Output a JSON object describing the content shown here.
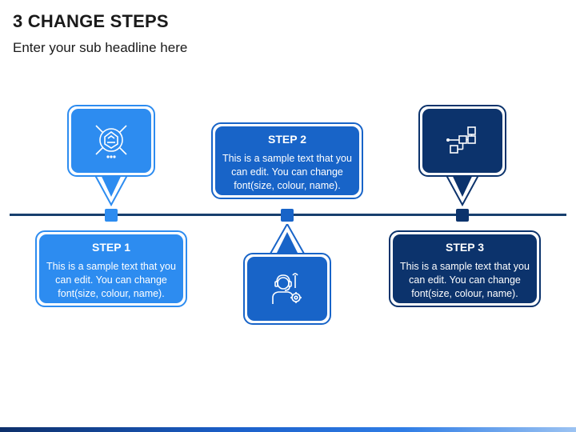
{
  "header": {
    "title": "3 CHANGE STEPS",
    "subtitle": "Enter your sub headline here"
  },
  "colors": {
    "step1": "#2d8cf0",
    "step2": "#1864c8",
    "step3": "#0c336c",
    "timeline": "#173f6e"
  },
  "steps": [
    {
      "title": "STEP 1",
      "text": "This is a sample text that you can edit. You can change font(size, colour, name).",
      "icon": "target-icon"
    },
    {
      "title": "STEP 2",
      "text": "This is a sample text that you can edit. You can change font(size, colour, name).",
      "icon": "support-agent-icon"
    },
    {
      "title": "STEP 3",
      "text": "This is a sample text that you can edit. You can change font(size, colour, name).",
      "icon": "flowchart-icon"
    }
  ]
}
